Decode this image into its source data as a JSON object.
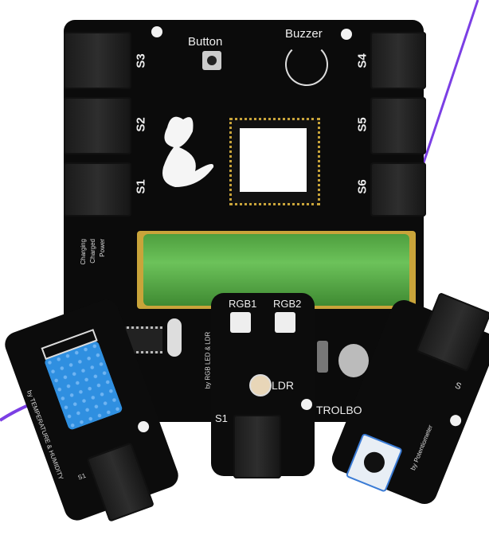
{
  "board": {
    "button_label": "Button",
    "buzzer_label": "Buzzer",
    "left_ports": [
      "S3",
      "S2",
      "S1"
    ],
    "right_ports": [
      "S4",
      "S5",
      "S6"
    ],
    "side_text": [
      "Charging",
      "Charged",
      "Power"
    ]
  },
  "rgb_module": {
    "rgb1": "RGB1",
    "rgb2": "RGB2",
    "ldr": "LDR",
    "port": "S1",
    "title": "by RGB LED & LDR"
  },
  "dht_module": {
    "title": "by TEMPERATURE & HUMIDITY",
    "port": "S1"
  },
  "pot_module": {
    "title": "by Potentiometer",
    "port": "S"
  },
  "board_text": "TROLBO",
  "colors": {
    "pcb": "#0b0b0b",
    "battery": "#5bb04a",
    "sensor": "#2f8fe0",
    "wire": "#7b3fe4",
    "silk": "#ffffff"
  }
}
